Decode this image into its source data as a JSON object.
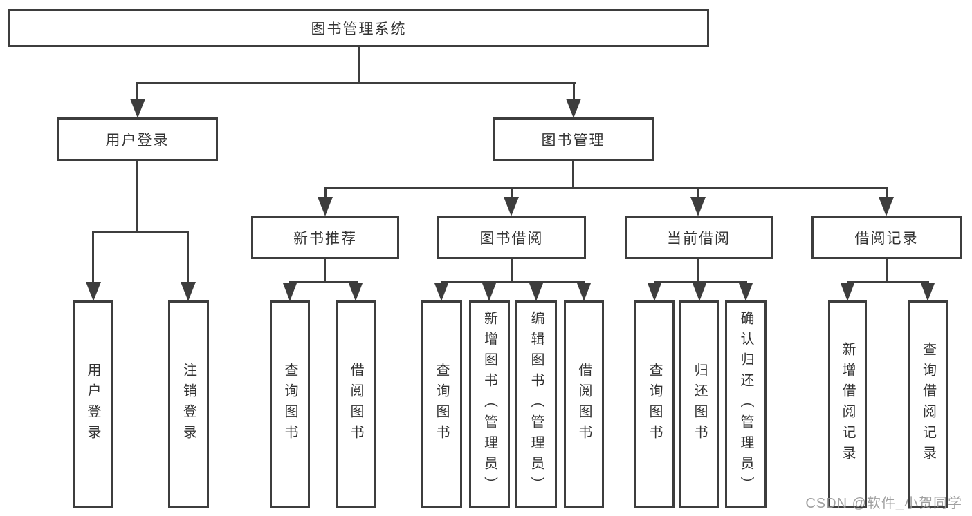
{
  "tree": {
    "root": {
      "label": "图书管理系统"
    },
    "login": {
      "label": "用户登录",
      "children": [
        {
          "label": "用户登录"
        },
        {
          "label": "注销登录"
        }
      ]
    },
    "manage": {
      "label": "图书管理",
      "sections": [
        {
          "label": "新书推荐",
          "children": [
            {
              "label": "查询图书"
            },
            {
              "label": "借阅图书"
            }
          ]
        },
        {
          "label": "图书借阅",
          "children": [
            {
              "label": "查询图书"
            },
            {
              "label": "新增图书（管理员）"
            },
            {
              "label": "编辑图书（管理员）"
            },
            {
              "label": "借阅图书"
            }
          ]
        },
        {
          "label": "当前借阅",
          "children": [
            {
              "label": "查询图书"
            },
            {
              "label": "归还图书"
            },
            {
              "label": "确认归还（管理员）"
            }
          ]
        },
        {
          "label": "借阅记录",
          "children": [
            {
              "label": "新增借阅记录"
            },
            {
              "label": "查询借阅记录"
            }
          ]
        }
      ]
    }
  },
  "watermark": {
    "text": "CSDN @软件_小贺同学"
  },
  "colors": {
    "line": "#3d3d3d",
    "text": "#333333",
    "background": "#ffffff",
    "watermark": "#999999"
  }
}
